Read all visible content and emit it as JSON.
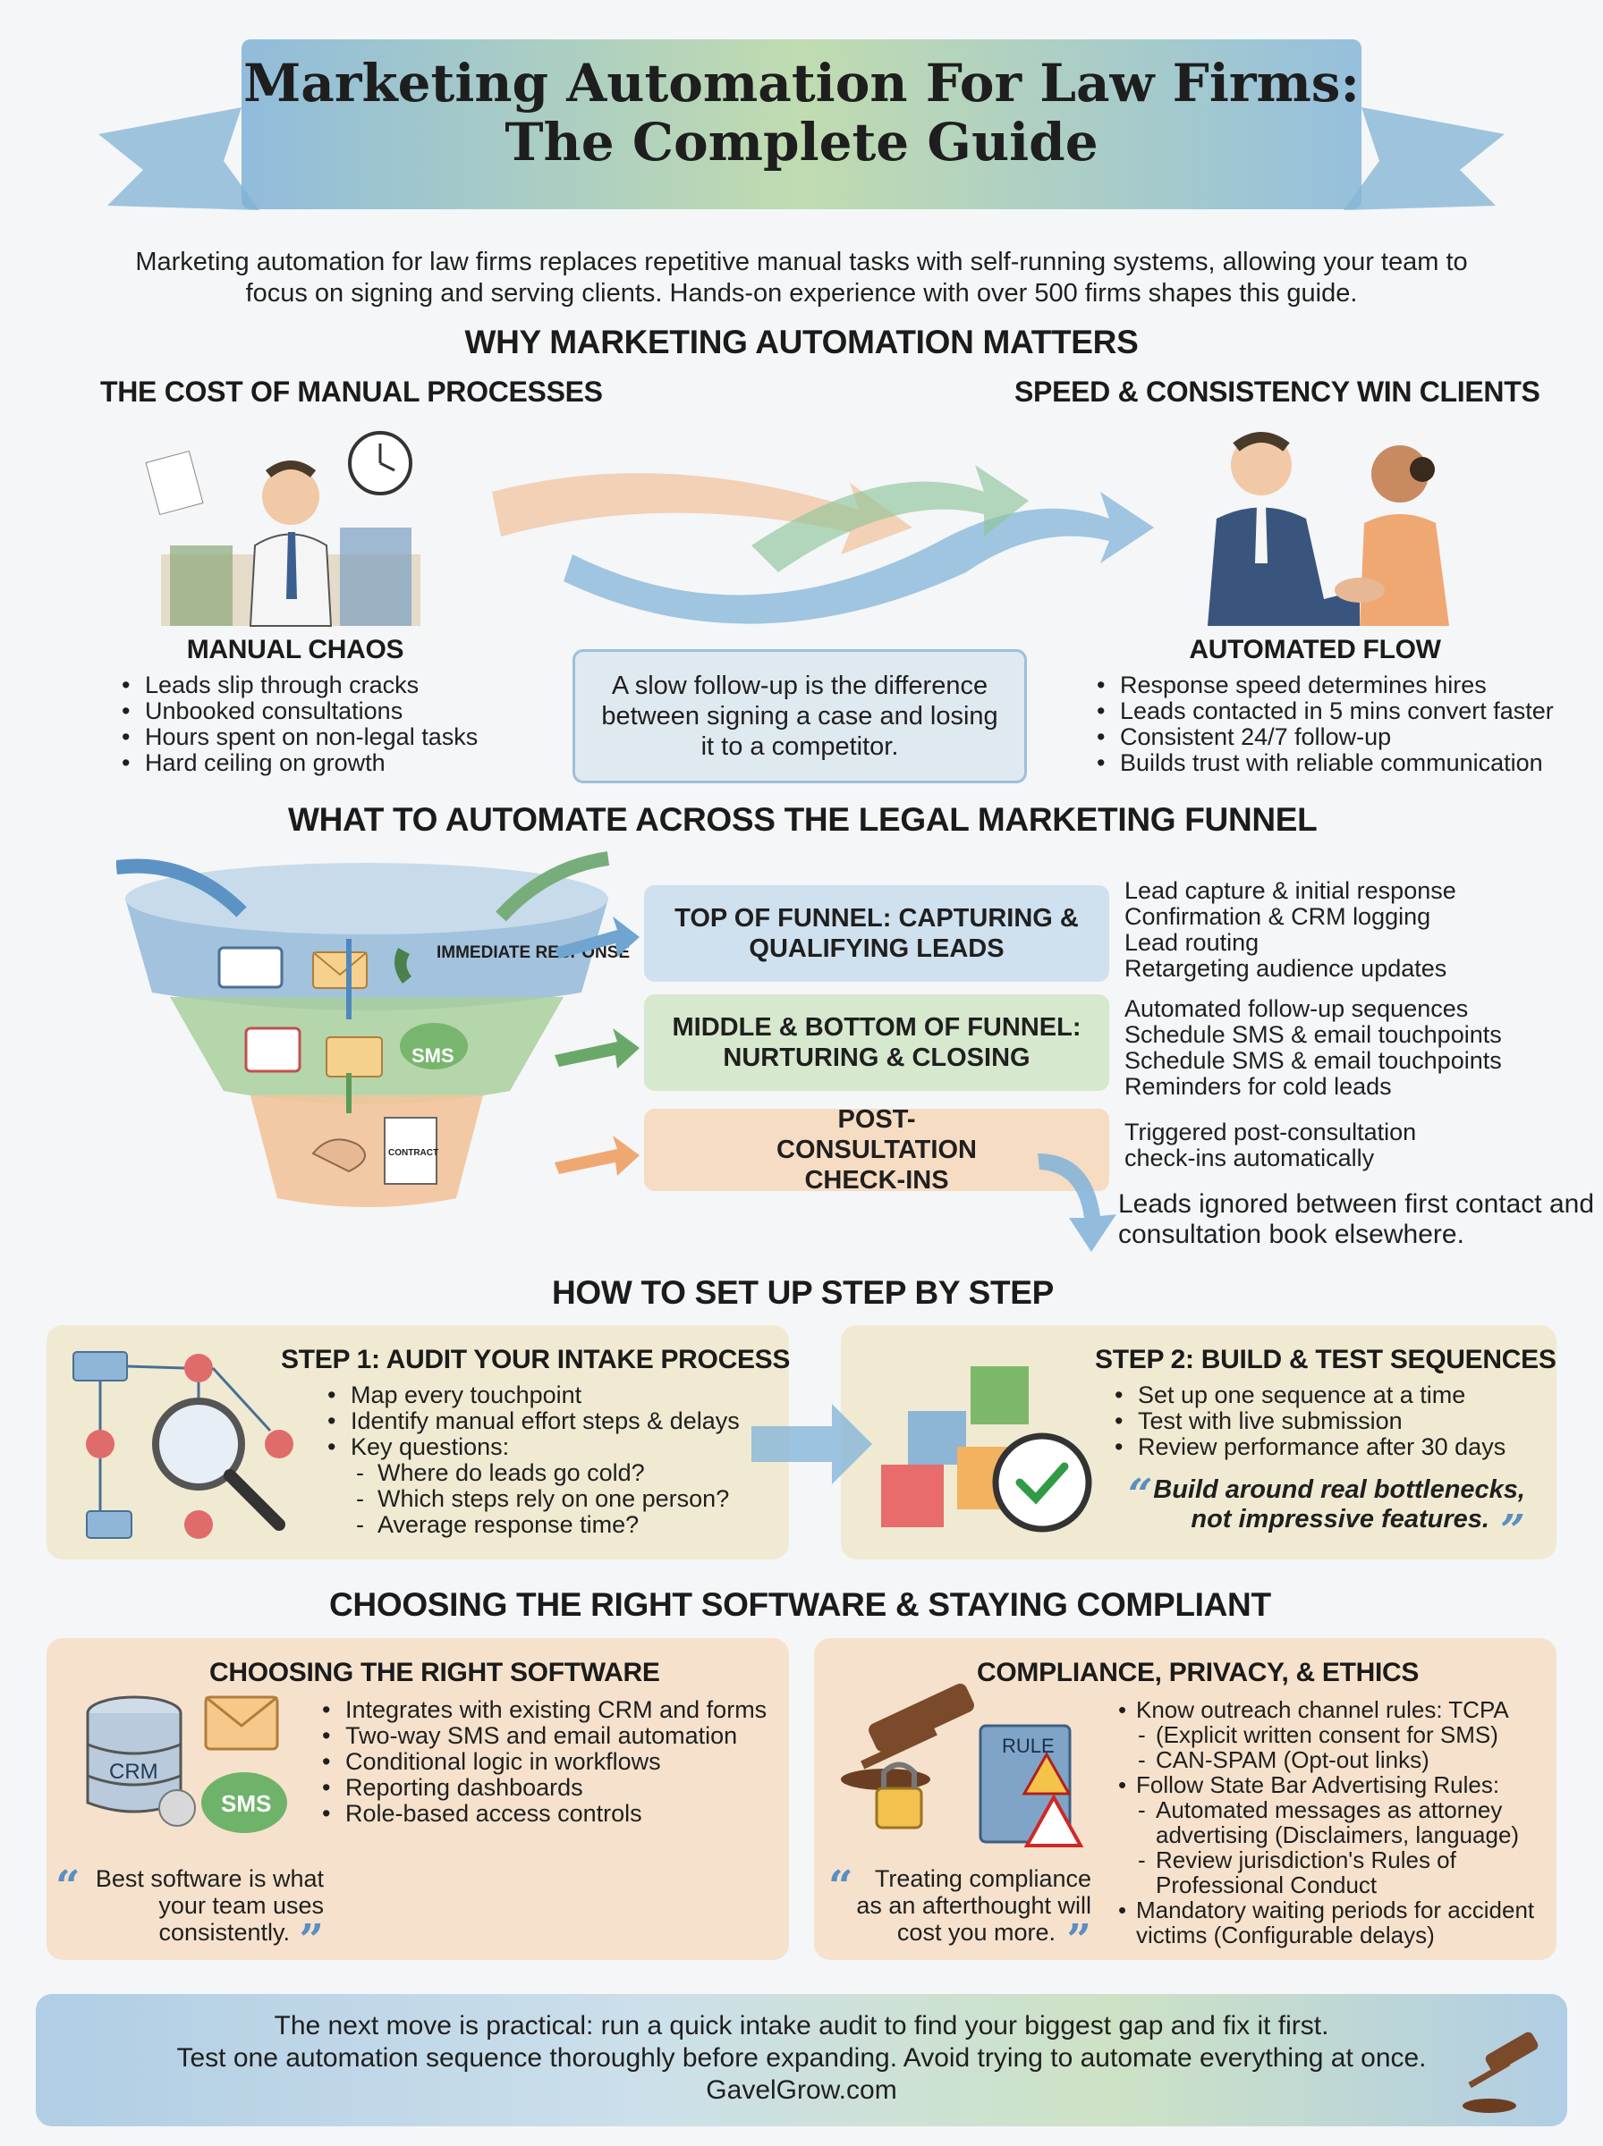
{
  "title": {
    "line1": "Marketing Automation For Law Firms:",
    "line2": "The Complete Guide"
  },
  "intro": "Marketing automation for law firms replaces repetitive manual tasks with self-running systems, allowing your team to focus on signing and serving clients. Hands-on experience with over 500 firms shapes this guide.",
  "why": {
    "heading": "WHY MARKETING AUTOMATION MATTERS",
    "left": {
      "heading": "THE COST OF MANUAL PROCESSES",
      "label": "MANUAL CHAOS",
      "items": [
        "Leads slip through cracks",
        "Unbooked consultations",
        "Hours spent on non-legal tasks",
        "Hard ceiling on growth"
      ]
    },
    "right": {
      "heading": "SPEED & CONSISTENCY WIN CLIENTS",
      "label": "AUTOMATED FLOW",
      "items": [
        "Response speed determines hires",
        "Leads contacted in 5 mins convert faster",
        "Consistent 24/7 follow-up",
        "Builds trust with reliable communication"
      ]
    },
    "callout": "A slow follow-up is the difference between signing a case and losing it to a competitor."
  },
  "funnel": {
    "heading": "WHAT TO AUTOMATE ACROSS THE LEGAL MARKETING FUNNEL",
    "immediate": "IMMEDIATE RESPONSE",
    "sms": "SMS",
    "contract": "CONTRACT",
    "stages": [
      {
        "title": "TOP OF FUNNEL: CAPTURING & QUALIFYING LEADS",
        "items": [
          "Lead capture & initial response",
          "Confirmation & CRM logging",
          "Lead routing",
          "Retargeting audience updates"
        ]
      },
      {
        "title": "MIDDLE & BOTTOM OF FUNNEL: NURTURING & CLOSING",
        "items": [
          "Automated follow-up sequences",
          "Schedule SMS & email touchpoints",
          "Schedule SMS & email touchpoints",
          "Reminders for cold leads"
        ]
      },
      {
        "title": "POST-CONSULTATION CHECK-INS",
        "items": [
          "Triggered post-consultation check-ins automatically"
        ]
      }
    ],
    "warning": "Leads ignored between first contact and consultation book elsewhere."
  },
  "setup": {
    "heading": "HOW TO SET UP STEP BY STEP",
    "step1": {
      "title": "STEP 1: AUDIT YOUR INTAKE PROCESS",
      "items": [
        "Map every touchpoint",
        "Identify manual effort steps & delays",
        "Key questions:"
      ],
      "sub": [
        "Where do leads go cold?",
        "Which steps rely on one person?",
        "Average response time?"
      ]
    },
    "step2": {
      "title": "STEP 2: BUILD & TEST SEQUENCES",
      "items": [
        "Set up one sequence at a time",
        "Test with live submission",
        "Review performance after 30 days"
      ],
      "quote1": "Build around real bottlenecks,",
      "quote2": "not impressive features."
    }
  },
  "software": {
    "heading": "CHOOSING THE RIGHT SOFTWARE & STAYING COMPLIANT",
    "left": {
      "title": "CHOOSING THE RIGHT SOFTWARE",
      "items": [
        "Integrates with existing CRM and forms",
        "Two-way SMS and email automation",
        "Conditional logic in workflows",
        "Reporting dashboards",
        "Role-based access controls"
      ],
      "crm": "CRM",
      "sms": "SMS",
      "quote": [
        "Best software is what",
        "your team uses",
        "consistently."
      ]
    },
    "right": {
      "title": "COMPLIANCE, PRIVACY, & ETHICS",
      "rule": "RULE",
      "lines": [
        {
          "t": "Know outreach channel rules: TCPA",
          "k": "b"
        },
        {
          "t": "(Explicit written consent for SMS)",
          "k": "s"
        },
        {
          "t": "CAN-SPAM (Opt-out links)",
          "k": "s"
        },
        {
          "t": "Follow State Bar Advertising Rules:",
          "k": "b"
        },
        {
          "t": "Automated messages as attorney",
          "k": "s"
        },
        {
          "t": "advertising (Disclaimers, language)",
          "k": "c"
        },
        {
          "t": "Review jurisdiction's Rules of",
          "k": "s"
        },
        {
          "t": "Professional Conduct",
          "k": "c"
        },
        {
          "t": "Mandatory waiting periods for accident",
          "k": "b"
        },
        {
          "t": "victims (Configurable delays)",
          "k": "c2"
        }
      ],
      "quote": [
        "Treating compliance",
        "as an afterthought will",
        "cost you more."
      ]
    }
  },
  "footer": {
    "line1": "The next move is practical: run a quick intake audit to find your biggest gap and fix it first.",
    "line2": "Test one automation sequence thoroughly before expanding. Avoid trying to automate everything at once.",
    "site": "GavelGrow.com"
  },
  "colors": {
    "blue": "#8fb6d8",
    "green": "#a9cf9c",
    "orange": "#f2c49a",
    "cream": "#f1ead2"
  }
}
